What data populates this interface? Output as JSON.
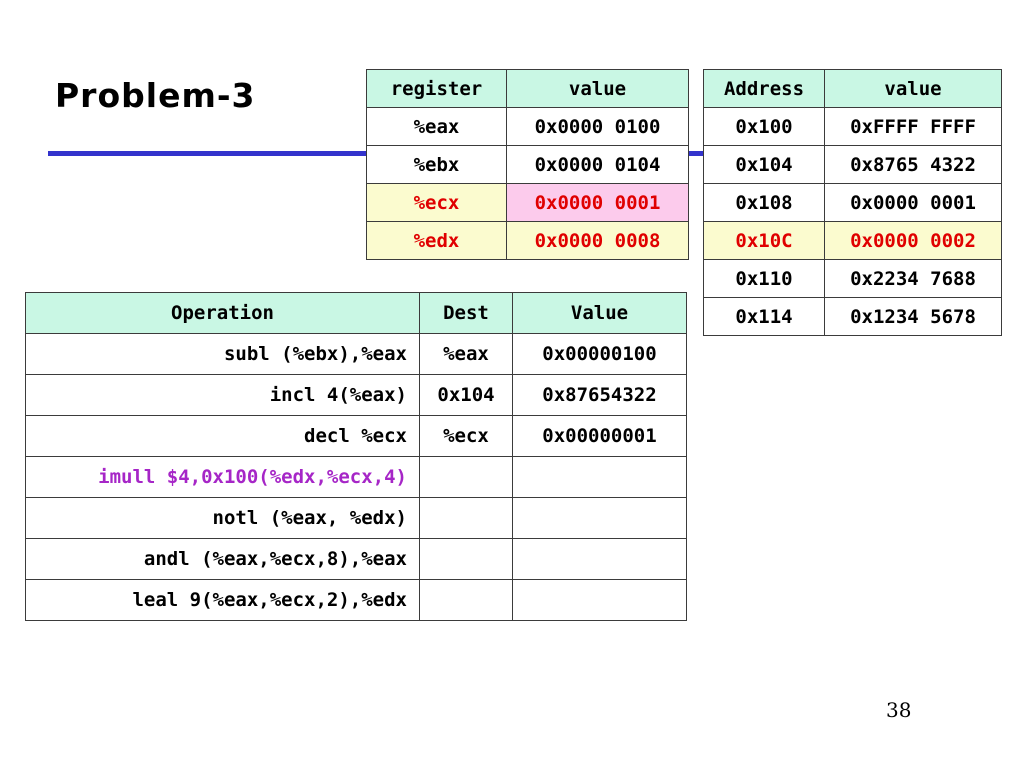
{
  "slide": {
    "title": "Problem-3",
    "page_number": "38",
    "rule_color": "#3333cc"
  },
  "colors": {
    "header_fill": "#c9f7e4",
    "highlight_yellow": "#fbfbcf",
    "highlight_pink": "#fccbec",
    "text_red": "#e00000",
    "text_purple": "#a626c7",
    "border": "#3b3b3b"
  },
  "register_table": {
    "headers": [
      "register",
      "value"
    ],
    "rows": [
      {
        "register": "%eax",
        "value": "0x0000 0100",
        "reg_style": "plain",
        "val_style": "plain"
      },
      {
        "register": "%ebx",
        "value": "0x0000 0104",
        "reg_style": "plain",
        "val_style": "plain"
      },
      {
        "register": "%ecx",
        "value": "0x0000 0001",
        "reg_style": "yellow-red",
        "val_style": "pink-red"
      },
      {
        "register": "%edx",
        "value": "0x0000 0008",
        "reg_style": "yellow-red",
        "val_style": "yellow-red"
      }
    ]
  },
  "memory_table": {
    "headers": [
      "Address",
      "value"
    ],
    "rows": [
      {
        "address": "0x100",
        "value": "0xFFFF FFFF",
        "style": "plain"
      },
      {
        "address": "0x104",
        "value": "0x8765 4322",
        "style": "plain"
      },
      {
        "address": "0x108",
        "value": "0x0000 0001",
        "style": "plain"
      },
      {
        "address": "0x10C",
        "value": "0x0000 0002",
        "style": "yellow-red"
      },
      {
        "address": "0x110",
        "value": "0x2234 7688",
        "style": "plain"
      },
      {
        "address": "0x114",
        "value": "0x1234 5678",
        "style": "plain"
      }
    ]
  },
  "operations_table": {
    "headers": [
      "Operation",
      "Dest",
      "Value"
    ],
    "rows": [
      {
        "operation": "subl (%ebx),%eax",
        "dest": "%eax",
        "value": "0x00000100",
        "style": "plain"
      },
      {
        "operation": "incl 4(%eax)",
        "dest": "0x104",
        "value": "0x87654322",
        "style": "plain"
      },
      {
        "operation": "decl %ecx",
        "dest": "%ecx",
        "value": "0x00000001",
        "style": "plain"
      },
      {
        "operation": "imull $4,0x100(%edx,%ecx,4)",
        "dest": "",
        "value": "",
        "style": "purple"
      },
      {
        "operation": "notl (%eax, %edx)",
        "dest": "",
        "value": "",
        "style": "plain"
      },
      {
        "operation": "andl (%eax,%ecx,8),%eax",
        "dest": "",
        "value": "",
        "style": "plain"
      },
      {
        "operation": "leal 9(%eax,%ecx,2),%edx",
        "dest": "",
        "value": "",
        "style": "plain"
      }
    ]
  }
}
